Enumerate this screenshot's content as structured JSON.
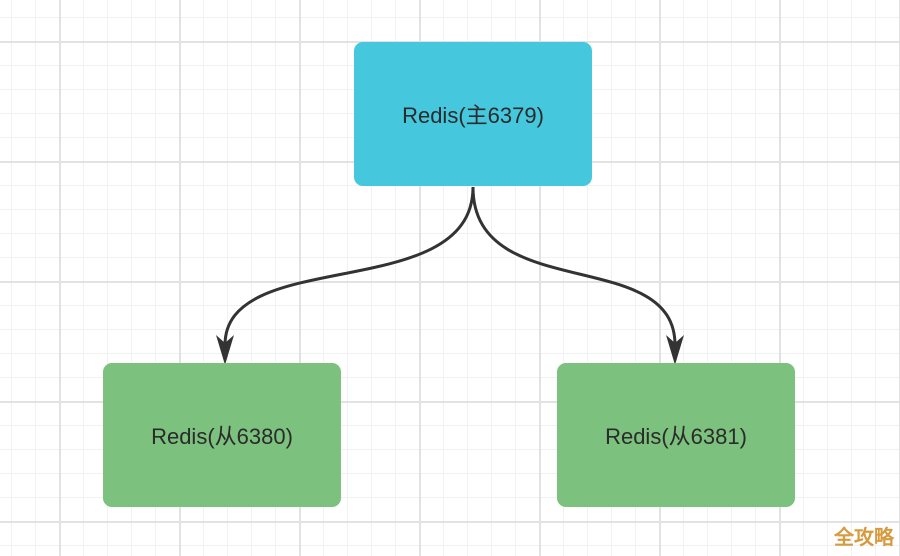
{
  "nodes": {
    "master": {
      "label": "Redis(主6379)",
      "color": "#45c8de"
    },
    "slave1": {
      "label": "Redis(从6380)",
      "color": "#7cc17d"
    },
    "slave2": {
      "label": "Redis(从6381)",
      "color": "#7cc17d"
    }
  },
  "edges": [
    {
      "from": "master",
      "to": "slave1"
    },
    {
      "from": "master",
      "to": "slave2"
    }
  ],
  "watermark": "全攻略"
}
